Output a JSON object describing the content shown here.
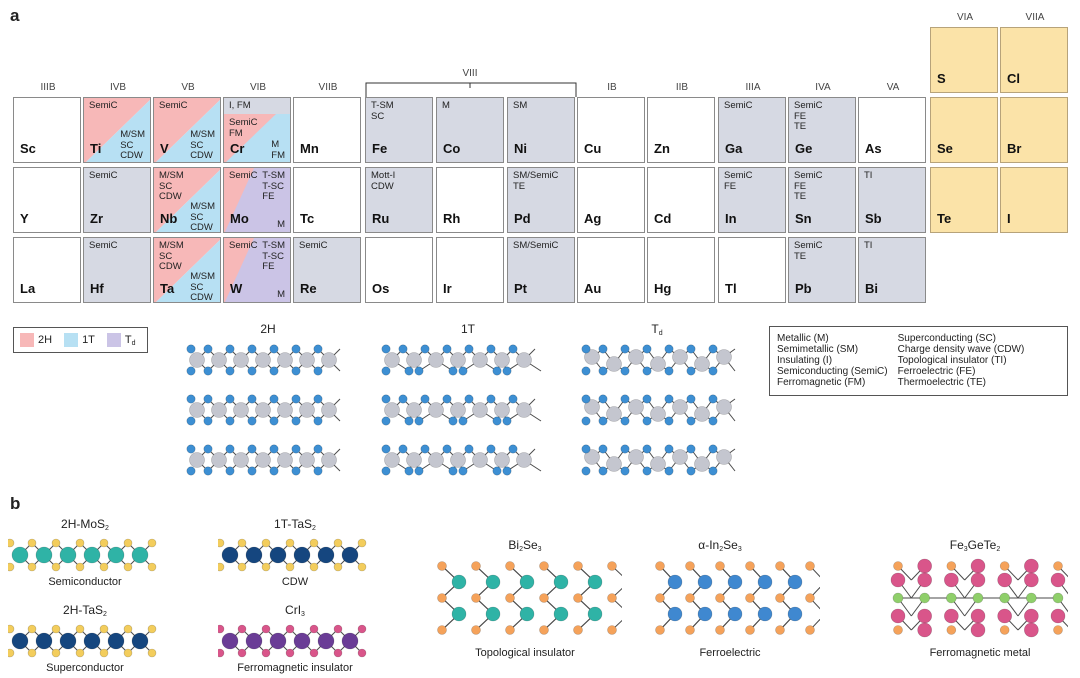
{
  "panels": {
    "a": "a",
    "b": "b"
  },
  "groups": {
    "IIIB": "IIIB",
    "IVB": "IVB",
    "VB": "VB",
    "VIB": "VIB",
    "VIIB": "VIIB",
    "VIII": "VIII",
    "IB": "IB",
    "IIB": "IIB",
    "IIIA": "IIIA",
    "IVA": "IVA",
    "VA": "VA",
    "VIA": "VIA",
    "VIIA": "VIIA"
  },
  "elements": {
    "Sc": {
      "sym": "Sc"
    },
    "Ti": {
      "sym": "Ti",
      "p1": "SemiC",
      "p2a": "M/SM",
      "p2b": "SC",
      "p2c": "CDW"
    },
    "V": {
      "sym": "V",
      "p1": "SemiC",
      "p2a": "M/SM",
      "p2b": "SC",
      "p2c": "CDW"
    },
    "Cr": {
      "sym": "Cr",
      "p1": "I, FM",
      "p2a": "SemiC",
      "p2b": "FM",
      "p3a": "M",
      "p3b": "FM"
    },
    "Mn": {
      "sym": "Mn"
    },
    "Fe": {
      "sym": "Fe",
      "p1": "T-SM",
      "p2": "SC"
    },
    "Co": {
      "sym": "Co",
      "p1": "M"
    },
    "Ni": {
      "sym": "Ni",
      "p1": "SM"
    },
    "Cu": {
      "sym": "Cu"
    },
    "Zn": {
      "sym": "Zn"
    },
    "Ga": {
      "sym": "Ga",
      "p1": "SemiC"
    },
    "Ge": {
      "sym": "Ge",
      "p1": "SemiC",
      "p2": "FE",
      "p3": "TE"
    },
    "As": {
      "sym": "As"
    },
    "S": {
      "sym": "S"
    },
    "Cl": {
      "sym": "Cl"
    },
    "Y": {
      "sym": "Y"
    },
    "Zr": {
      "sym": "Zr",
      "p1": "SemiC"
    },
    "Nb": {
      "sym": "Nb",
      "p1": "M/SM",
      "p2": "SC",
      "p3": "CDW",
      "p4a": "M/SM",
      "p4b": "SC",
      "p4c": "CDW"
    },
    "Mo": {
      "sym": "Mo",
      "p1": "SemiC",
      "p2a": "T-SM",
      "p2b": "T-SC",
      "p2c": "FE",
      "p3": "M"
    },
    "Tc": {
      "sym": "Tc"
    },
    "Ru": {
      "sym": "Ru",
      "p1": "Mott-I",
      "p2": "CDW"
    },
    "Rh": {
      "sym": "Rh"
    },
    "Pd": {
      "sym": "Pd",
      "p1": "SM/SemiC",
      "p2": "TE"
    },
    "Ag": {
      "sym": "Ag"
    },
    "Cd": {
      "sym": "Cd"
    },
    "In": {
      "sym": "In",
      "p1": "SemiC",
      "p2": "FE"
    },
    "Sn": {
      "sym": "Sn",
      "p1": "SemiC",
      "p2": "FE",
      "p3": "TE"
    },
    "Sb": {
      "sym": "Sb",
      "p1": "TI"
    },
    "Se": {
      "sym": "Se"
    },
    "Br": {
      "sym": "Br"
    },
    "La": {
      "sym": "La"
    },
    "Hf": {
      "sym": "Hf",
      "p1": "SemiC"
    },
    "Ta": {
      "sym": "Ta",
      "p1": "M/SM",
      "p2": "SC",
      "p3": "CDW",
      "p4a": "M/SM",
      "p4b": "SC",
      "p4c": "CDW"
    },
    "W": {
      "sym": "W",
      "p1": "SemiC",
      "p2a": "T-SM",
      "p2b": "T-SC",
      "p2c": "FE",
      "p3": "M"
    },
    "Re": {
      "sym": "Re",
      "p1": "SemiC"
    },
    "Os": {
      "sym": "Os"
    },
    "Ir": {
      "sym": "Ir"
    },
    "Pt": {
      "sym": "Pt",
      "p1": "SM/SemiC"
    },
    "Au": {
      "sym": "Au"
    },
    "Hg": {
      "sym": "Hg"
    },
    "Tl": {
      "sym": "Tl"
    },
    "Pb": {
      "sym": "Pb",
      "p1": "SemiC",
      "p2": "TE"
    },
    "Bi": {
      "sym": "Bi",
      "p1": "TI"
    },
    "Te": {
      "sym": "Te"
    },
    "I": {
      "sym": "I"
    }
  },
  "phase_legend": {
    "h2": {
      "label": "2H",
      "color": "#f7b8b8"
    },
    "t1": {
      "label": "1T",
      "color": "#b7e0f3"
    },
    "td": {
      "label": "T",
      "sub": "d",
      "color": "#cbc4e6"
    }
  },
  "structures": {
    "h2": "2H",
    "t1": "1T",
    "td": "T",
    "td_sub": "d"
  },
  "property_key": {
    "left": [
      "Metallic (M)",
      "Semimetallic (SM)",
      "Insulating (I)",
      "Semiconducting (SemiC)",
      "Ferromagnetic (FM)"
    ],
    "right": [
      "Superconducting (SC)",
      "Charge density wave (CDW)",
      "Topological insulator (TI)",
      "Ferroelectric (FE)",
      "Thermoelectric (TE)"
    ]
  },
  "materials": {
    "mos2": {
      "pre": "2H-MoS",
      "sub": "2",
      "name": "Semiconductor"
    },
    "tas2_2h": {
      "pre": "2H-TaS",
      "sub": "2",
      "name": "Superconductor"
    },
    "tas2_1t": {
      "pre": "1T-TaS",
      "sub": "2",
      "name": "CDW"
    },
    "cri3": {
      "pre": "CrI",
      "sub": "3",
      "name": "Ferromagnetic insulator"
    },
    "bi2se3": {
      "a": "Bi",
      "sa": "2",
      "b": "Se",
      "sb": "3",
      "name": "Topological insulator"
    },
    "in2se3": {
      "a": "α-In",
      "sa": "2",
      "b": "Se",
      "sb": "3",
      "name": "Ferroelectric"
    },
    "fgt": {
      "a": "Fe",
      "sa": "3",
      "b": "GeTe",
      "sb": "2",
      "name": "Ferromagnetic metal"
    }
  },
  "colors": {
    "cell_gray": "#d6d9e3",
    "cell_yellow": "#fbe3a8",
    "phase_2h": "#f7b8b8",
    "phase_1t": "#b7e0f3",
    "phase_td": "#cbc4e6",
    "atom_metal_gray": "#c4c6cf",
    "atom_chalcogen_blue": "#3d8fd3",
    "atom_teal": "#2fb3a6",
    "atom_yellow": "#f3cd5c",
    "atom_navy": "#15467f",
    "atom_purple": "#6a3c96",
    "atom_pink": "#d9558a",
    "atom_orange": "#f5a25a",
    "atom_mid_blue": "#3f88d0",
    "atom_green": "#8fcf6a"
  }
}
